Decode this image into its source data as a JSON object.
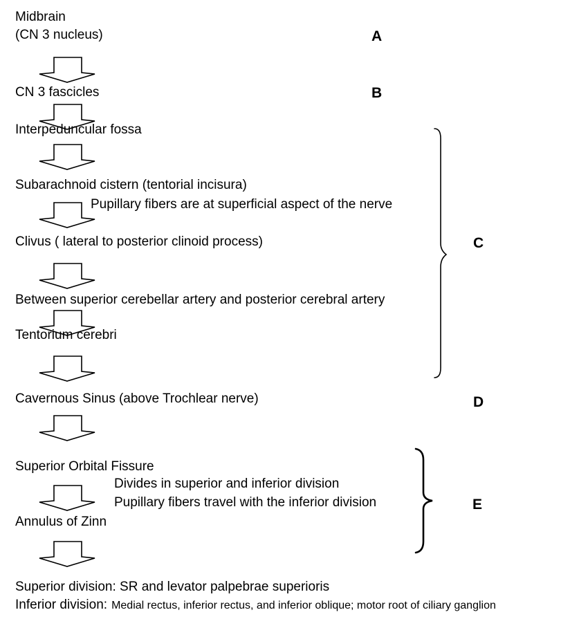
{
  "page": {
    "background_color": "#ffffff",
    "text_color": "#000000"
  },
  "flow": {
    "nodes": [
      {
        "id": "midbrain",
        "text": "Midbrain"
      },
      {
        "id": "midbrain-sub",
        "text": "(CN 3 nucleus)"
      },
      {
        "id": "cn3-fascicles",
        "text": "CN 3 fascicles"
      },
      {
        "id": "interpeduncular-fossa",
        "text": "Interpeduncular fossa"
      },
      {
        "id": "subarachnoid-cistern",
        "text": "Subarachnoid cistern (tentorial incisura)"
      },
      {
        "id": "clivus",
        "text": "Clivus ( lateral to posterior clinoid process)"
      },
      {
        "id": "between-arteries",
        "text": "Between superior cerebellar artery and posterior cerebral artery"
      },
      {
        "id": "tentorium-cerebri",
        "text": "Tentorium cerebri"
      },
      {
        "id": "cavernous-sinus",
        "text": "Cavernous Sinus (above Trochlear nerve)"
      },
      {
        "id": "superior-orbital-fissure",
        "text": "Superior Orbital Fissure"
      },
      {
        "id": "annulus-of-zinn",
        "text": "Annulus of Zinn"
      }
    ],
    "annotations": [
      {
        "id": "pupillary-superficial",
        "text": "Pupillary fibers are at superficial aspect of the nerve"
      },
      {
        "id": "divides-divisions",
        "text": "Divides in superior and inferior division"
      },
      {
        "id": "pupillary-inferior",
        "text": "Pupillary fibers travel with the inferior division"
      }
    ],
    "segment_labels": [
      {
        "id": "segment-a",
        "text": "A"
      },
      {
        "id": "segment-b",
        "text": "B"
      },
      {
        "id": "segment-c",
        "text": "C"
      },
      {
        "id": "segment-d",
        "text": "D"
      },
      {
        "id": "segment-e",
        "text": "E"
      }
    ],
    "terminals": {
      "superior_division": "Superior division: SR and levator palpebrae superioris",
      "inferior_division_label": "Inferior division:",
      "inferior_division_detail": "Medial rectus, inferior rectus, and inferior oblique; motor root of ciliary ganglion"
    },
    "shapes": {
      "connector_icon": "down-block-arrow",
      "grouping_icon": "right-curly-brace"
    }
  }
}
